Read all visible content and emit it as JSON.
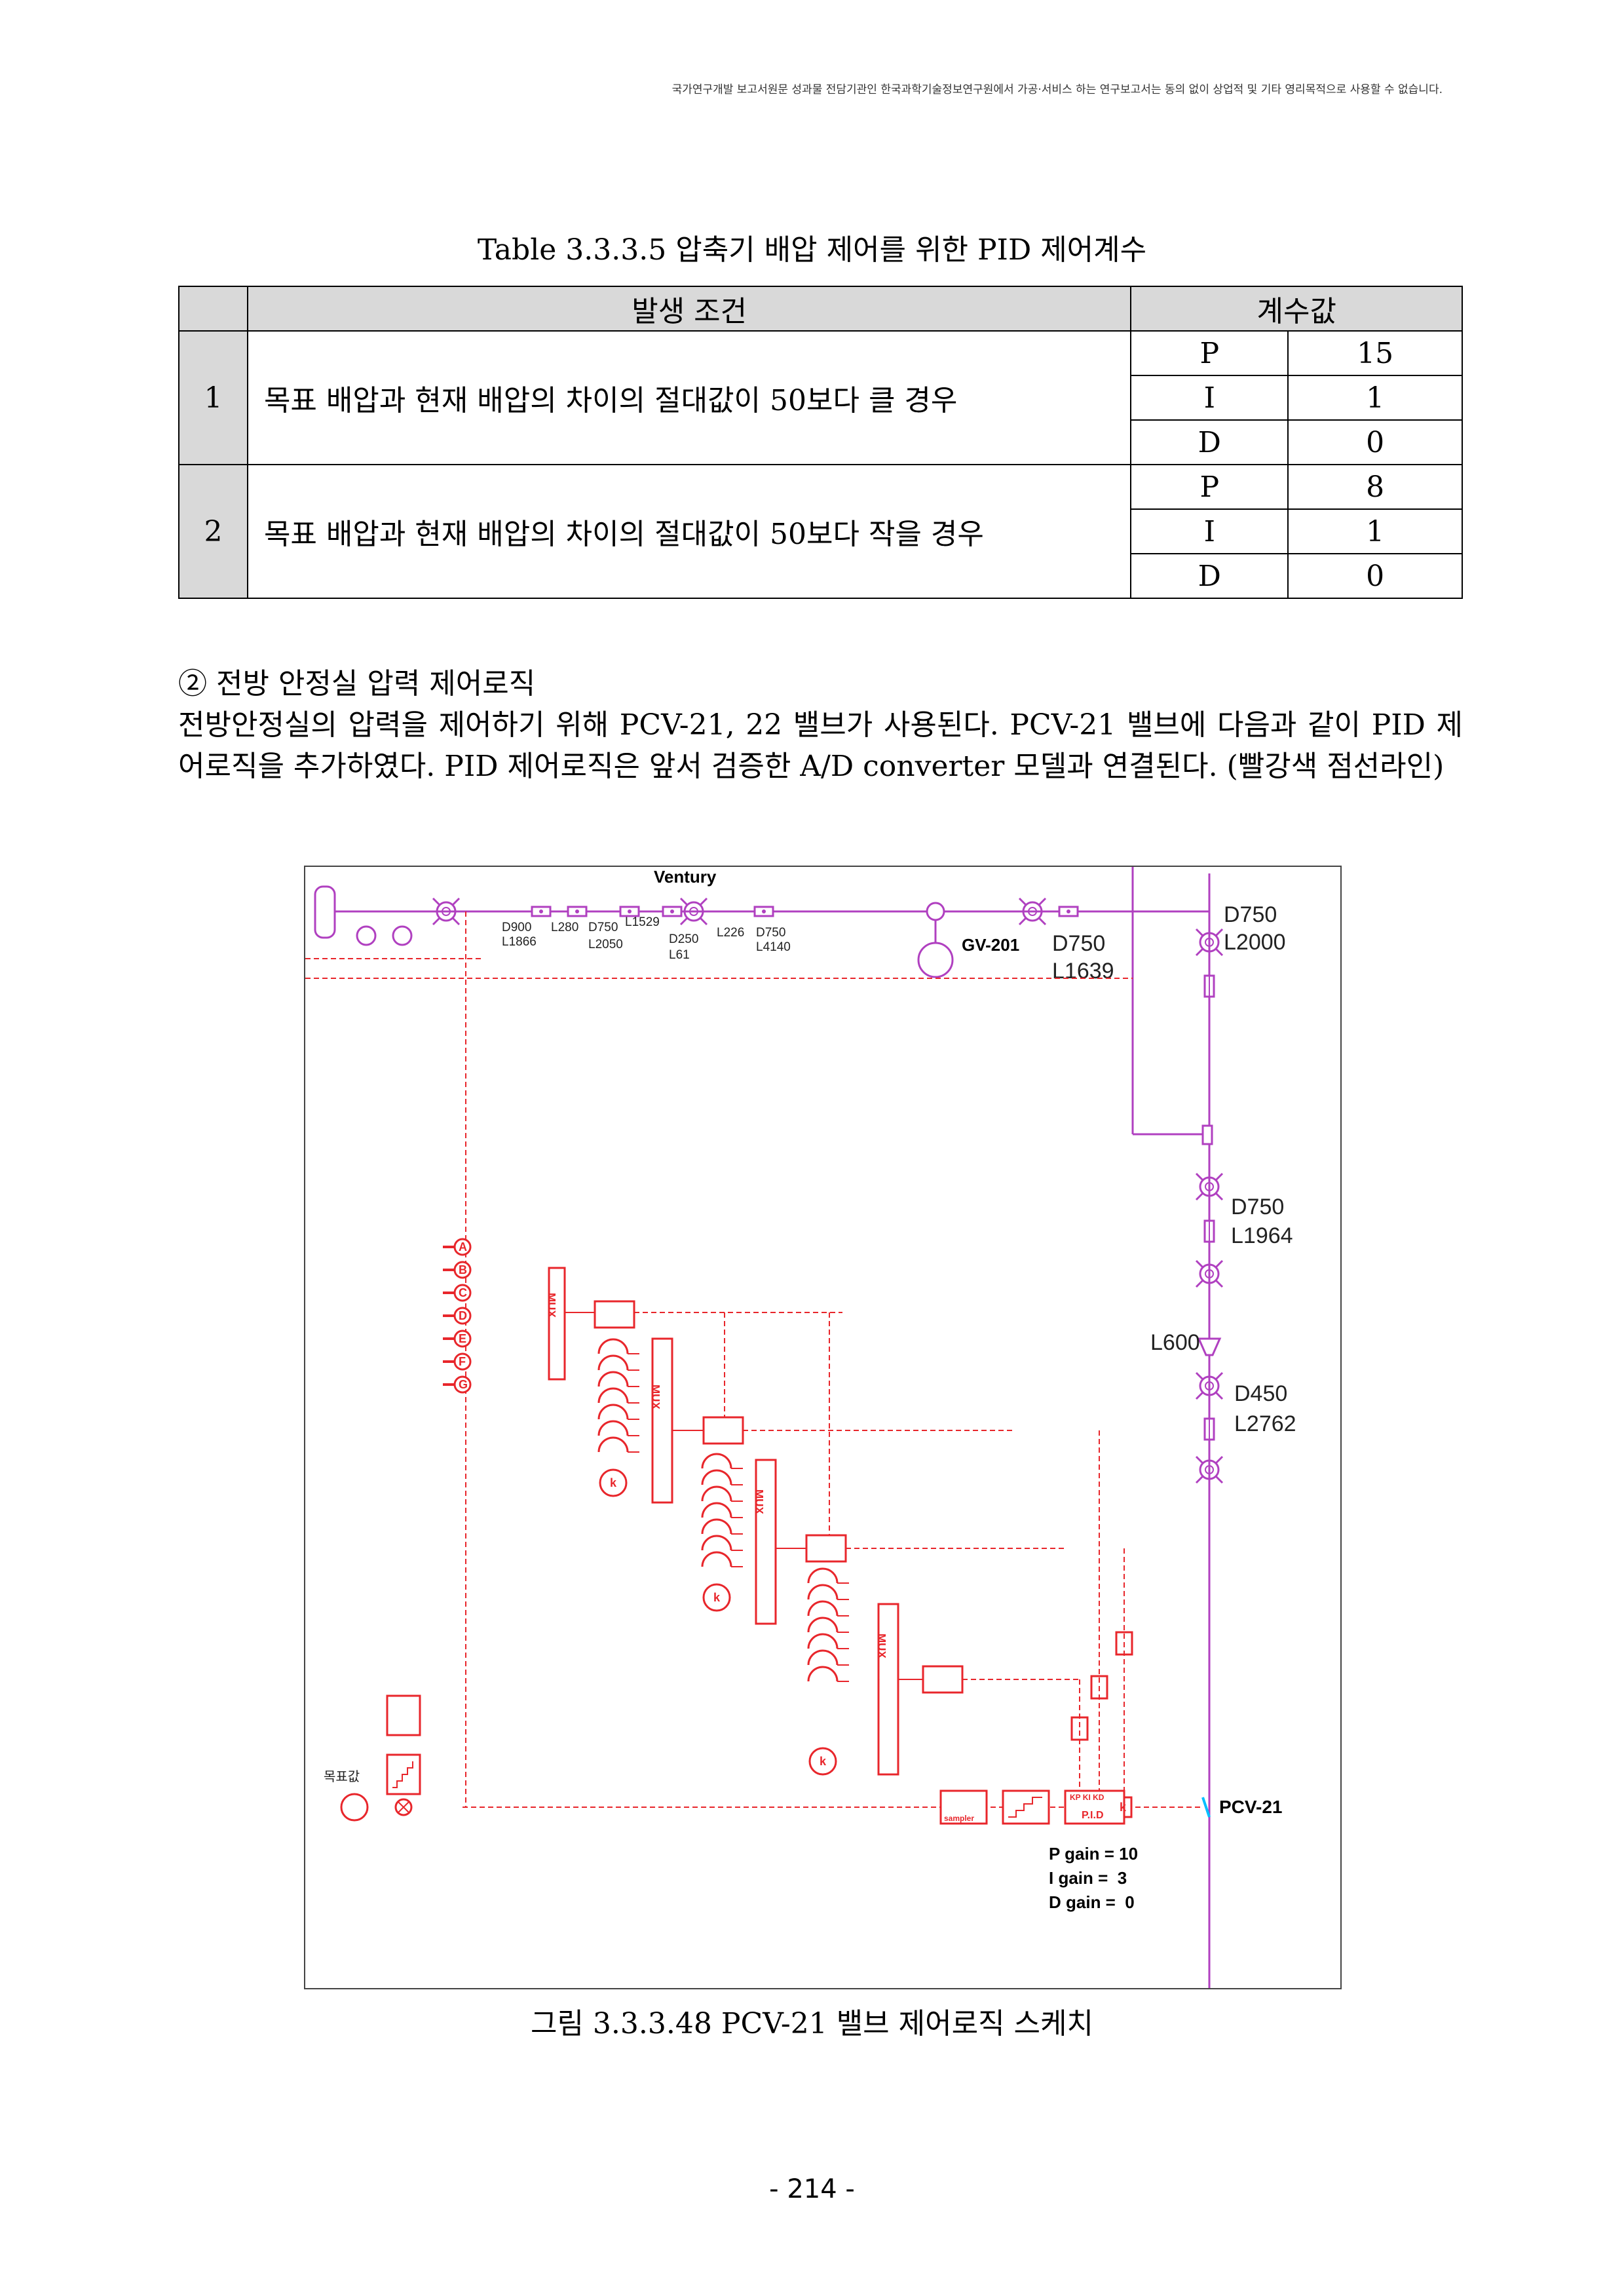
{
  "header_notice": "국가연구개발 보고서원문 성과물 전담기관인 한국과학기술정보연구원에서 가공·서비스 하는 연구보고서는 동의 없이 상업적 및 기타 영리목적으로 사용할 수 없습니다.",
  "table": {
    "caption": "Table 3.3.3.5 압축기 배압 제어를 위한 PID 제어계수",
    "header_condition": "발생 조건",
    "header_coeff": "계수값",
    "rows": [
      {
        "no": "1",
        "condition": "목표 배압과 현재 배압의 차이의 절대값이 50보다 클 경우",
        "coeffs": [
          {
            "name": "P",
            "value": "15"
          },
          {
            "name": "I",
            "value": "1"
          },
          {
            "name": "D",
            "value": "0"
          }
        ]
      },
      {
        "no": "2",
        "condition": "목표 배압과 현재 배압의 차이의 절대값이 50보다 작을 경우",
        "coeffs": [
          {
            "name": "P",
            "value": "8"
          },
          {
            "name": "I",
            "value": "1"
          },
          {
            "name": "D",
            "value": "0"
          }
        ]
      }
    ]
  },
  "section_heading": "② 전방 안정실 압력 제어로직",
  "paragraph": " 전방안정실의 압력을 제어하기 위해 PCV-21, 22 밸브가 사용된다. PCV-21 밸브에 다음과 같이 PID 제어로직을 추가하였다. PID 제어로직은 앞서 검증한 A/D converter 모델과 연결된다. (빨강색 점선라인)",
  "diagram": {
    "ventury": "Ventury",
    "pipe_labels": [
      {
        "l1": "D900",
        "l2": "L1866"
      },
      {
        "l1": "L280",
        "l2": ""
      },
      {
        "l1": "D750",
        "l2": "L2050"
      },
      {
        "l1": "L1529",
        "l2": ""
      },
      {
        "l1": "D250",
        "l2": "L61"
      },
      {
        "l1": "L226",
        "l2": ""
      },
      {
        "l1": "D750",
        "l2": "L4140"
      }
    ],
    "gv_label": "GV-201",
    "d750_l1639": {
      "l1": "D750",
      "l2": "L1639"
    },
    "d750_l2000": {
      "l1": "D750",
      "l2": "L2000"
    },
    "d750_l1964": {
      "l1": "D750",
      "l2": "L1964"
    },
    "l600": "L600",
    "d450_l2762": {
      "l1": "D450",
      "l2": "L2762"
    },
    "inputs": [
      "A",
      "B",
      "C",
      "D",
      "E",
      "F",
      "G"
    ],
    "mux": "MUX",
    "k": "k",
    "target_label": "목표값",
    "sampler": "sampler",
    "pid_top": "KP KI KD",
    "pid": "P.I.D",
    "pcv": "PCV-21",
    "p_gain": "P gain = 10",
    "i_gain": "I gain =  3",
    "d_gain": "D gain =  0",
    "colors": {
      "logic": "#e8262b",
      "pipe": "#b040c0"
    }
  },
  "figure_caption": "그림 3.3.3.48 PCV-21 밸브 제어로직 스케치",
  "page_number": "- 214 -"
}
